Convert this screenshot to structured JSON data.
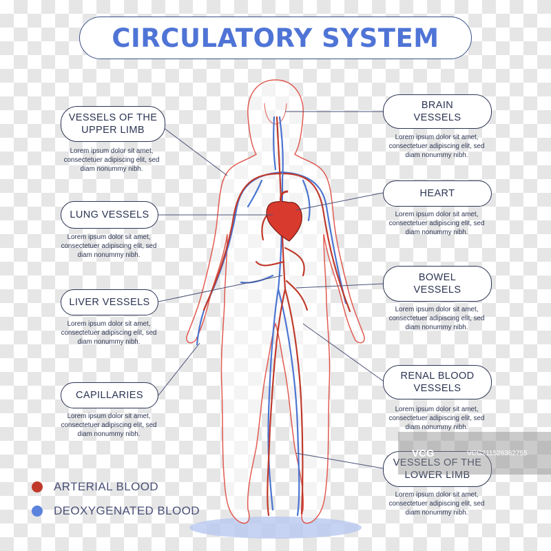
{
  "title": "CIRCULATORY SYSTEM",
  "labels": {
    "upper_limb": "VESSELS OF THE UPPER LIMB",
    "lung": "LUNG VESSELS",
    "liver": "LIVER VESSELS",
    "capillaries": "CAPILLARIES",
    "brain": "BRAIN VESSELS",
    "heart": "HEART",
    "bowel": "BOWEL VESSELS",
    "renal": "RENAL BLOOD VESSELS",
    "lower_limb": "VESSELS OF THE LOWER LIMB"
  },
  "lorem": "Lorem ipsum dolor sit amet, consectetuer adipiscing elit, sed diam nonummy nibh.",
  "legend": {
    "arterial": "ARTERIAL BLOOD",
    "deoxygenated": "DEOXYGENATED BLOOD"
  },
  "watermark": {
    "logo": "VCG",
    "id": "VCG211526362755"
  },
  "colors": {
    "title": "#4f74d6",
    "arterial": "#c0392b",
    "venous": "#4a74d1",
    "outline": "#e05a50",
    "label_border": "#2b3452"
  }
}
